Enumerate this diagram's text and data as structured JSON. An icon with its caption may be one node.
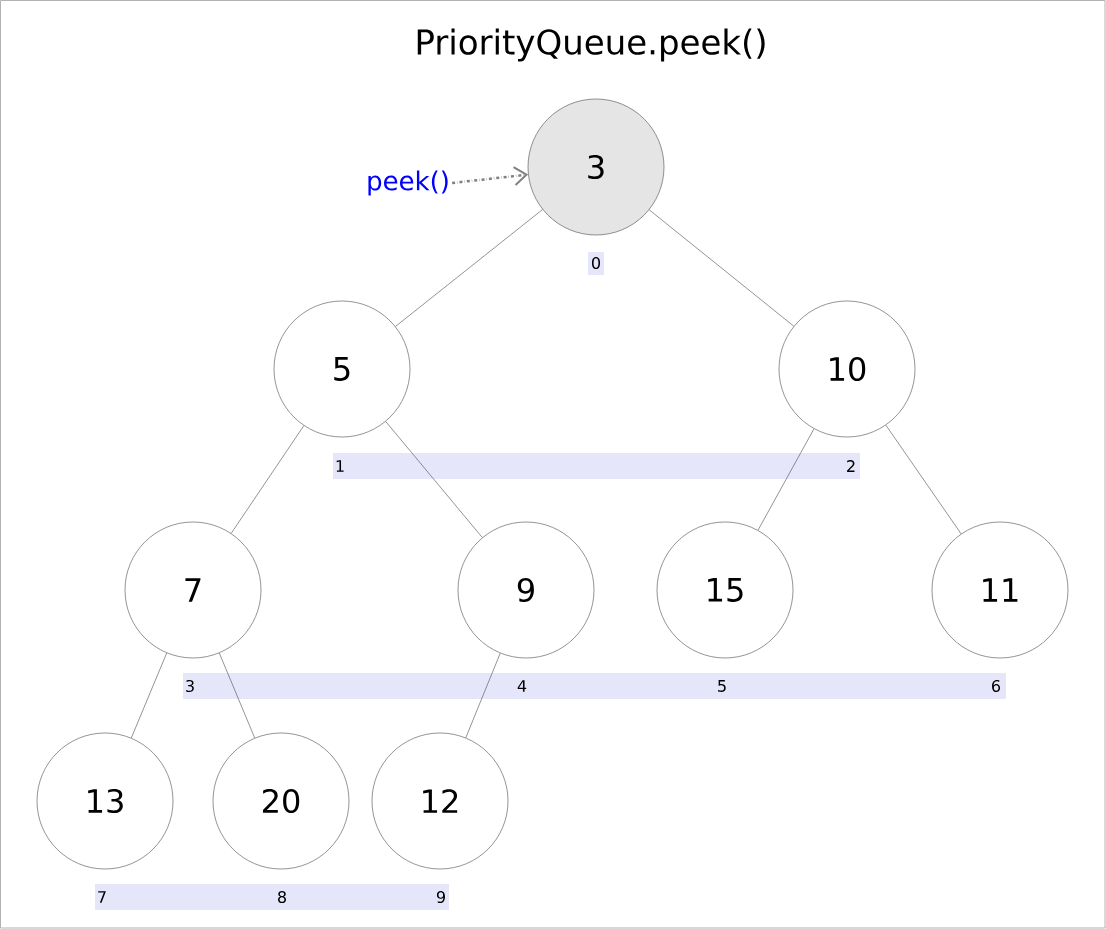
{
  "diagram": {
    "title": "PriorityQueue.peek()",
    "nodes": [
      {
        "text": [
          "3"
        ]
      },
      {
        "text": [
          "5"
        ]
      },
      {
        "text": [
          "10"
        ]
      },
      {
        "text": [
          "7"
        ]
      },
      {
        "text": [
          "9"
        ]
      },
      {
        "text": [
          "15"
        ]
      },
      {
        "text": [
          "11"
        ]
      },
      {
        "text": [
          "13"
        ]
      },
      {
        "text": [
          "20"
        ]
      },
      {
        "text": [
          "12"
        ]
      },
      {
        "text": [
          "peek()"
        ]
      }
    ],
    "edges": [
      {
        "from": 0,
        "to": 1,
        "arrow": "none"
      },
      {
        "from": 0,
        "to": 2,
        "arrow": "none"
      },
      {
        "from": 1,
        "to": 3,
        "arrow": "none"
      },
      {
        "from": 1,
        "to": 4,
        "arrow": "none"
      },
      {
        "from": 2,
        "to": 5,
        "arrow": "none"
      },
      {
        "from": 2,
        "to": 6,
        "arrow": "none"
      },
      {
        "from": 3,
        "to": 7,
        "arrow": "none"
      },
      {
        "from": 3,
        "to": 8,
        "arrow": "none"
      },
      {
        "from": 4,
        "to": 9,
        "arrow": "none"
      },
      {
        "from": 10,
        "to": 0,
        "arrow": "to",
        "style": "dashed",
        "color": "#808080"
      }
    ],
    "labels": [
      "0",
      "1",
      "2",
      "3",
      "4",
      "5",
      "6",
      "7",
      "8",
      "9"
    ]
  }
}
